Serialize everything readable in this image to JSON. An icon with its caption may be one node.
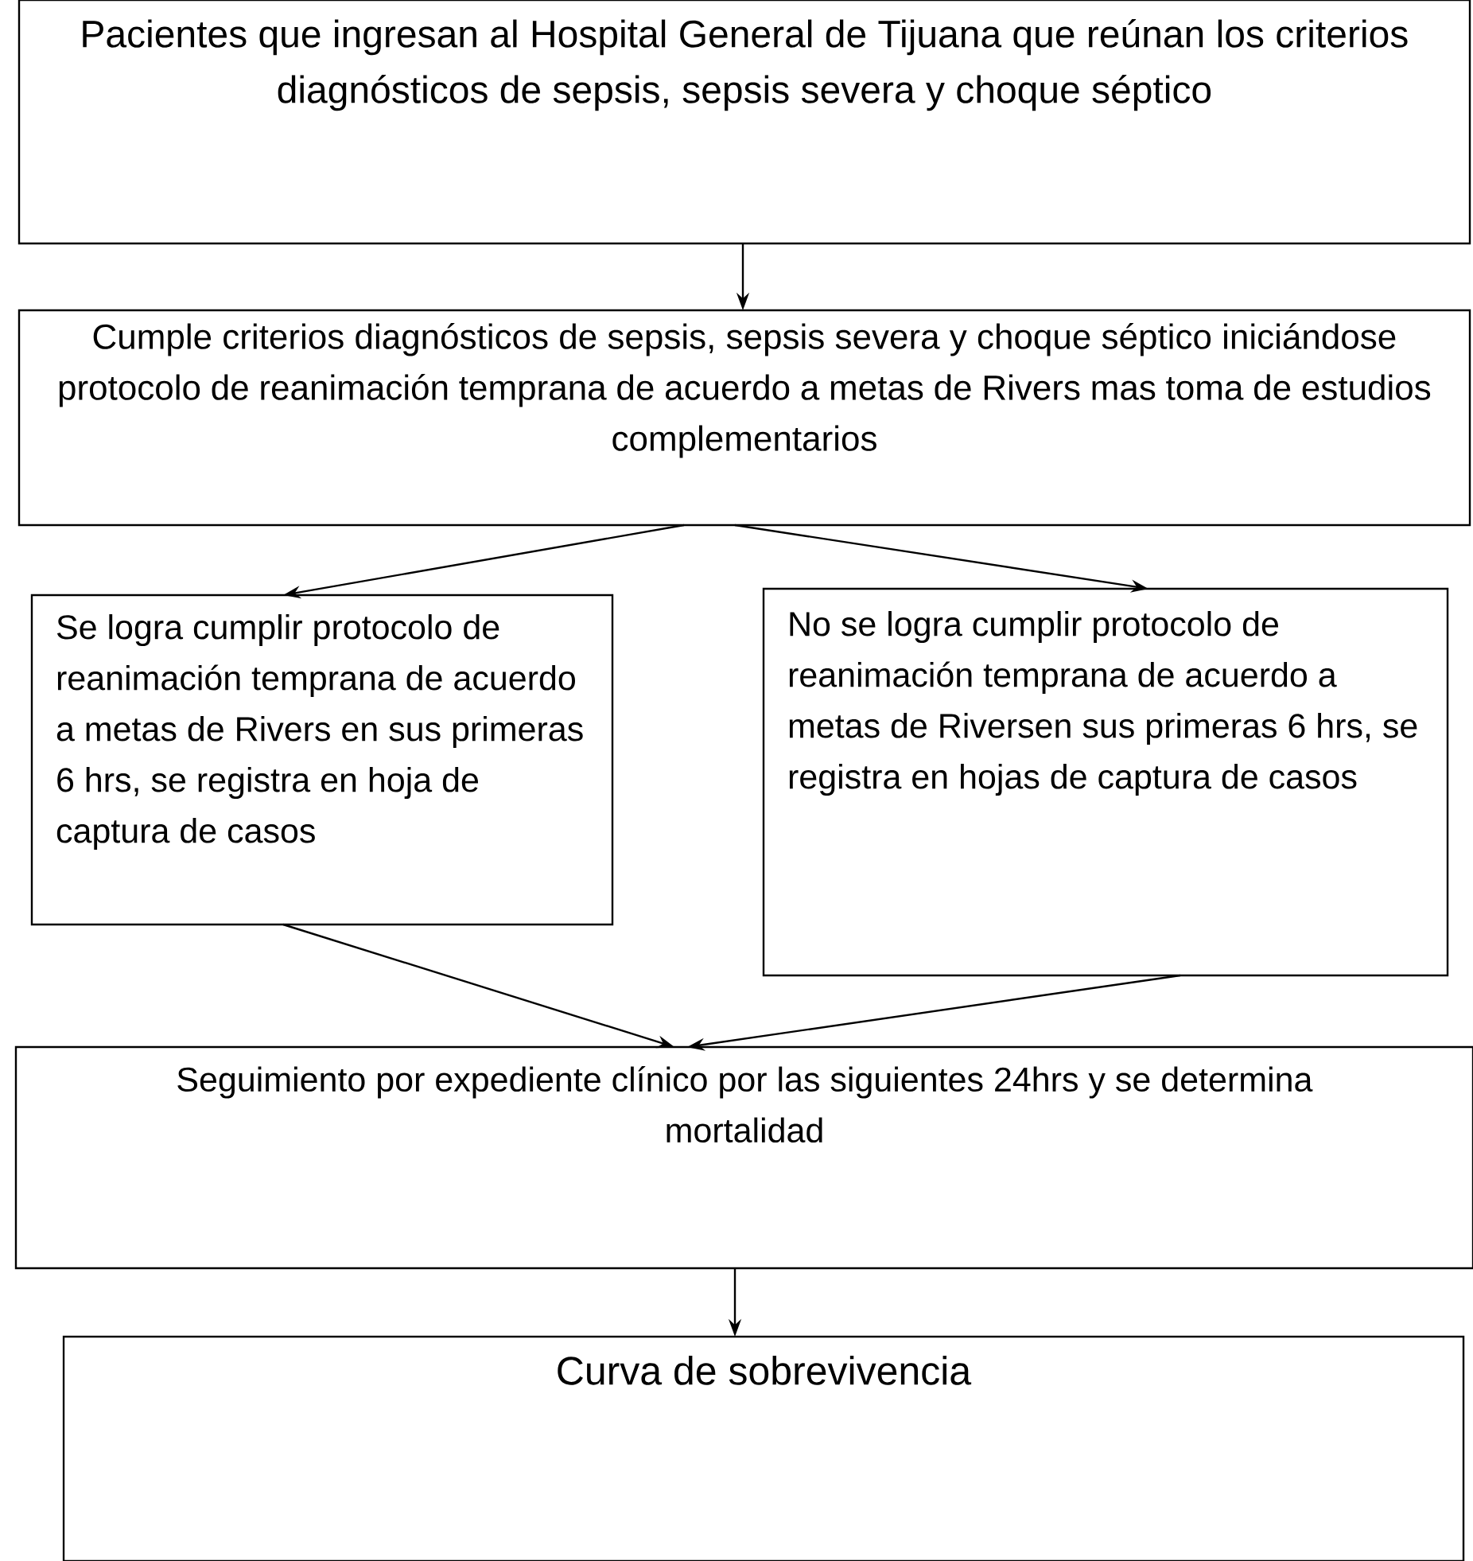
{
  "diagram": {
    "nodes": [
      {
        "text": [
          "Pacientes que ingresan al Hospital General de Tijuana que reúnan los criterios diagnósticos de sepsis, sepsis severa y choque séptico"
        ]
      },
      {
        "text": [
          "Cumple criterios diagnósticos de sepsis, sepsis severa y choque séptico iniciándose protocolo de reanimación temprana de acuerdo a metas de Rivers mas toma de estudios complementarios"
        ]
      },
      {
        "text": [
          "Se logra cumplir protocolo de reanimación temprana de acuerdo a metas de Rivers en sus primeras 6 hrs, se registra en hoja de captura de casos"
        ]
      },
      {
        "text": [
          "No se logra cumplir protocolo de reanimación temprana de acuerdo a metas de Riversen sus primeras 6 hrs, se registra en hojas de captura de casos"
        ]
      },
      {
        "text": [
          "Seguimiento por expediente clínico por las siguientes 24hrs y se determina mortalidad"
        ]
      },
      {
        "text": [
          "Curva de sobrevivencia"
        ]
      }
    ],
    "edges": [
      {
        "from": 0,
        "to": 1,
        "arrow": "to"
      },
      {
        "from": 1,
        "to": 2,
        "arrow": "to"
      },
      {
        "from": 1,
        "to": 3,
        "arrow": "to"
      },
      {
        "from": 2,
        "to": 4,
        "arrow": "to"
      },
      {
        "from": 3,
        "to": 4,
        "arrow": "to"
      },
      {
        "from": 4,
        "to": 5,
        "arrow": "to"
      }
    ]
  }
}
